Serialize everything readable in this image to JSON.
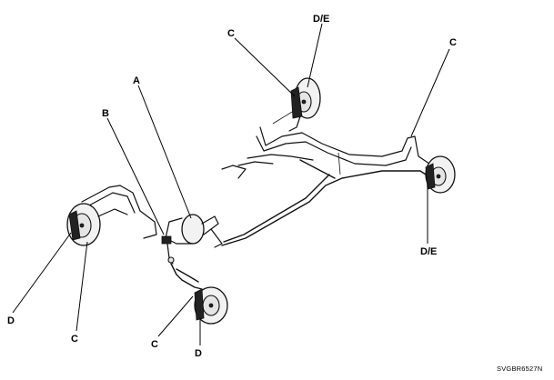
{
  "callouts": {
    "a": "A",
    "b": "B",
    "c_top": "C",
    "de_top": "D/E",
    "c_right": "C",
    "de_right": "D/E",
    "d_left": "D",
    "c_left": "C",
    "c_bottom": "C",
    "d_bottom": "D"
  },
  "figure_code": "SVGBR6527N"
}
